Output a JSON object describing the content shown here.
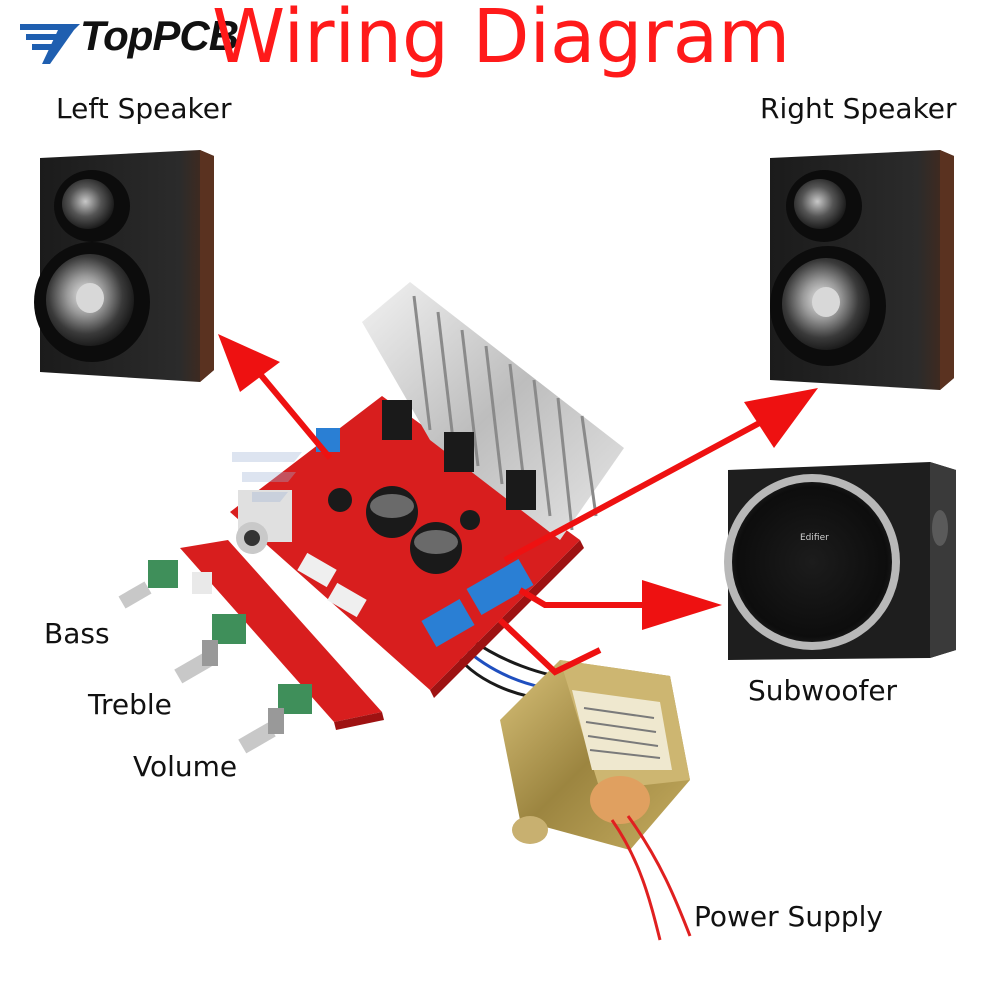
{
  "brand": {
    "name": "TopPCB"
  },
  "title": "Wiring Diagram",
  "labels": {
    "left_speaker": "Left Speaker",
    "right_speaker": "Right Speaker",
    "subwoofer": "Subwoofer",
    "bass": "Bass",
    "treble": "Treble",
    "volume": "Volume",
    "power_supply": "Power Supply"
  },
  "subwoofer_brand": "Edifier",
  "colors": {
    "title": "#ff1a1a",
    "arrow": "#ee1111",
    "pcb": "#d81e1e",
    "terminal": "#2a7fd4",
    "brand_blue": "#1f5fb0"
  }
}
